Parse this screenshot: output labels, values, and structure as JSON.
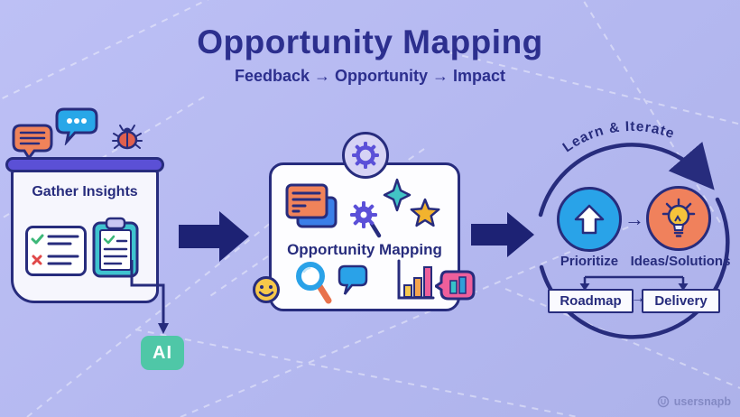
{
  "colors": {
    "background": "#b5b9f0",
    "navy_outline": "#272c7d",
    "arrow_navy": "#1d2274",
    "purple": "#5b50d6",
    "orange": "#f0835a",
    "blue": "#29a3e8",
    "teal": "#3fc3cf",
    "ai_green": "#4fc7a7",
    "gold": "#f2b32e",
    "pink": "#ee5f9b",
    "smiley_yellow": "#f7c84a"
  },
  "header": {
    "title": "Opportunity Mapping",
    "subtitle": "Feedback → Opportunity → Impact"
  },
  "gather": {
    "title": "Gather Insights",
    "ai_label": "AI",
    "icons": [
      "chat-bubble-lines-icon",
      "chat-bubble-dots-icon",
      "bug-icon",
      "checklist-icon",
      "clipboard-icon"
    ]
  },
  "mapping": {
    "title": "Opportunity Mapping",
    "icons": [
      "gear-icon",
      "stacked-cards-icon",
      "gear-magnifier-icon",
      "sparkle-icon",
      "star-icon",
      "magnifier-icon",
      "chat-bubble-icon",
      "bar-chart-icon",
      "smiley-icon",
      "chart-bubble-icon"
    ]
  },
  "cycle": {
    "arc_label": "Learn & Iterate",
    "steps": [
      {
        "label": "Prioritize",
        "icon": "upload-arrow-icon"
      },
      {
        "label": "Ideas/Solutions",
        "icon": "lightbulb-icon"
      }
    ],
    "arrow": "→",
    "boxes": [
      {
        "label": "Roadmap"
      },
      {
        "label": "Delivery"
      }
    ]
  },
  "watermark": {
    "text": "usersnapb"
  }
}
